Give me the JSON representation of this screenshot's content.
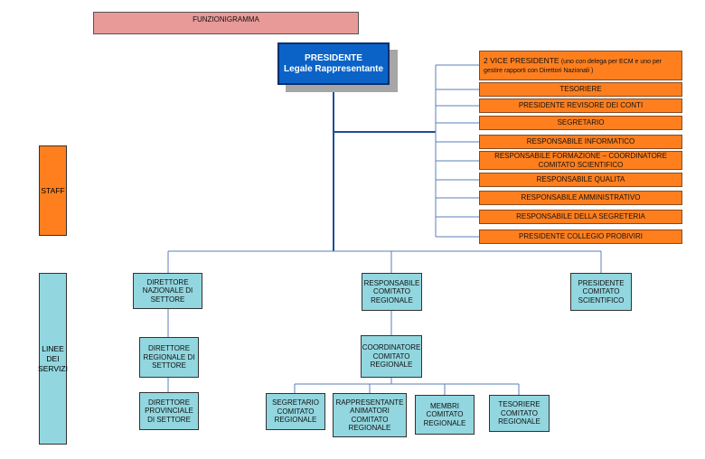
{
  "title": "FUNZIONIGRAMMA",
  "president": {
    "line1": "PRESIDENTE",
    "line2": "Legale Rappresentante"
  },
  "sidebar": {
    "staff": "STAFF",
    "linee": "LINEE\nDEI\nSERVIZI"
  },
  "vice_president": {
    "main": "2 VICE PRESIDENTE",
    "note": "(uno con delega per ECM e uno per gestire rapporti con Direttori Nazionali )"
  },
  "staff_roles": [
    "TESORIERE",
    "PRESIDENTE REVISORE DEI CONTI",
    "SEGRETARIO",
    "RESPONSABILE INFORMATICO",
    "RESPONSABILE FORMAZIONE  – COORDINATORE COMITATO SCIENTIFICO",
    "RESPONSABILE QUALITA",
    "RESPONSABILE AMMINISTRATIVO",
    "RESPONSABILE DELLA SEGRETERIA",
    "PRESIDENTE COLLEGIO PROBIVIRI"
  ],
  "service_lines": {
    "direttore_nazionale": "DIRETTORE NAZIONALE DI SETTORE",
    "direttore_regionale": "DIRETTORE REGIONALE DI SETTORE",
    "direttore_provinciale": "DIRETTORE PROVINCIALE DI SETTORE",
    "responsabile_comitato": "RESPONSABILE COMITATO REGIONALE",
    "coordinatore_comitato": "COORDINATORE COMITATO REGIONALE",
    "presidente_comitato_scientifico": "PRESIDENTE COMITATO SCIENTIFICO",
    "comitato_members": [
      "SEGRETARIO COMITATO REGIONALE",
      "RAPPRESENTANTE ANIMATORI COMITATO REGIONALE",
      "MEMBRI COMITATO REGIONALE",
      "TESORIERE COMITATO REGIONALE"
    ]
  },
  "colors": {
    "title_fill": "#e79a98",
    "president_fill": "#0b63c7",
    "staff_fill": "#ff7f1e",
    "service_fill": "#92d6df",
    "president_line": "#1f4e9a",
    "connector_line": "#5b7fb8"
  }
}
